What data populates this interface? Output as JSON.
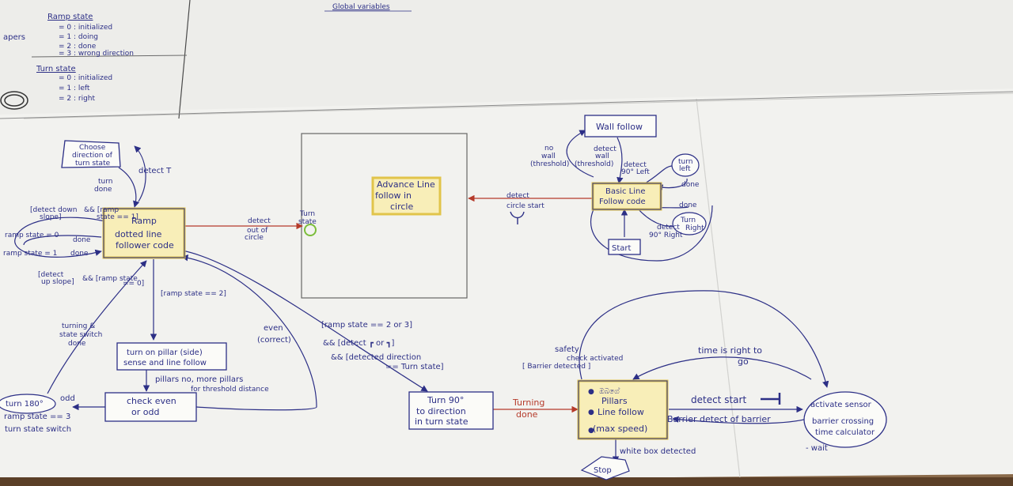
{
  "header": {
    "ramp_state_title": "Ramp state",
    "ramp_state_lines": [
      "= 0   :  initialized",
      "= 1   :  doing",
      "= 2   :  done",
      "= 3   :  wrong direction"
    ],
    "turn_state_title": "Turn state",
    "turn_state_lines": [
      "= 0   :  initialized",
      "= 1   :  left",
      "= 2   :  right"
    ],
    "global_vars": "Global variables",
    "edge_fragment": "apers"
  },
  "nodes": {
    "choose": [
      "Choose",
      "direction of",
      "turn state"
    ],
    "ramp": [
      "Ramp",
      "dotted line",
      "follower code"
    ],
    "advance": [
      "Advance Line",
      "follow in",
      "circle"
    ],
    "wall": "Wall follow",
    "basic": [
      "Basic Line",
      "Follow code"
    ],
    "start": "Start",
    "turn_left": [
      "turn",
      "left"
    ],
    "turn_right": [
      "Turn",
      "Right"
    ],
    "pillar_sense": [
      "turn on pillar (side)",
      "sense and line follow"
    ],
    "check": [
      "check even",
      "or odd"
    ],
    "turn90": [
      "Turn 90°",
      "to direction",
      "in turn state"
    ],
    "pillars": [
      "Pillars",
      "Line follow",
      "(max speed)"
    ],
    "pillars_bullets": [
      "●",
      "●",
      "●"
    ],
    "pillars_top": "ඔබගේ",
    "barrier_note": "Barrier detect of barrier",
    "activate": [
      "activate sensor",
      "barrier crossing",
      "time calculator",
      "- wait"
    ],
    "turn180": [
      "turn 180°",
      "ramp state == 3",
      "turn state switch"
    ],
    "stop": "Stop"
  },
  "labels": {
    "detect_t": "detect T",
    "turn_done": [
      "turn",
      "done"
    ],
    "detect_down": [
      "[detect down",
      "slope]",
      "&& [ramp",
      "state == 1]"
    ],
    "ramp_state_0": "ramp state = 0",
    "ramp_state_1": "ramp state = 1",
    "done1": "done",
    "done2": "done",
    "detect_up": [
      "[detect",
      "up slope]",
      "&& [ramp state",
      "== 0]"
    ],
    "detect_out": [
      "detect",
      "out of",
      "circle"
    ],
    "turn_state": [
      "Turn",
      "state"
    ],
    "detect_circle": [
      "detect",
      "circle start"
    ],
    "no_wall": [
      "no",
      "wall",
      "(threshold)"
    ],
    "detect_wall": [
      "detect",
      "wall",
      "(threshold)"
    ],
    "detect_90_left": [
      "detect",
      "90° Left"
    ],
    "detect_90_right": [
      "detect",
      "90° Right"
    ],
    "done3": "done",
    "done4": "done",
    "ramp_state_2": "[ramp state == 2]",
    "turning_switch": [
      "turning &",
      "state switch",
      "done"
    ],
    "even": [
      "even",
      "(correct)"
    ],
    "ramp_23": [
      "[ramp state == 2 or 3]",
      "&& [detect ┏ or ┓]",
      "&& [detected direction",
      "== Turn state]"
    ],
    "pillars_no": [
      "pillars no, more pillars",
      "for threshold distance"
    ],
    "odd": "odd",
    "turning_done": [
      "Turning",
      "done"
    ],
    "safety": [
      "safety",
      "check activated",
      "[ Barrier detected ]"
    ],
    "time_right": [
      "time is right to",
      "go"
    ],
    "detect_start": "detect start",
    "white_box": "white box detected"
  }
}
